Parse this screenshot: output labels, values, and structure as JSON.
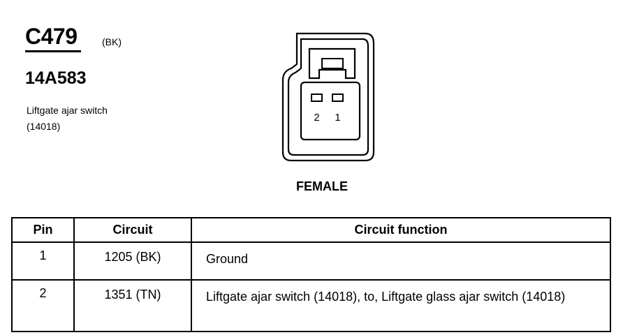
{
  "connector": {
    "id": "C479",
    "color": "(BK)",
    "part_number": "14A583",
    "component_name": "Liftgate ajar switch",
    "component_number": "(14018)"
  },
  "diagram": {
    "pin_labels": [
      "2",
      "1"
    ],
    "view": "FEMALE"
  },
  "table": {
    "headers": [
      "Pin",
      "Circuit",
      "Circuit function"
    ],
    "rows": [
      {
        "pin": "1",
        "circuit": "1205 (BK)",
        "function": "Ground"
      },
      {
        "pin": "2",
        "circuit": "1351 (TN)",
        "function": "Liftgate ajar switch (14018), to, Liftgate glass ajar switch (14018)"
      }
    ]
  }
}
